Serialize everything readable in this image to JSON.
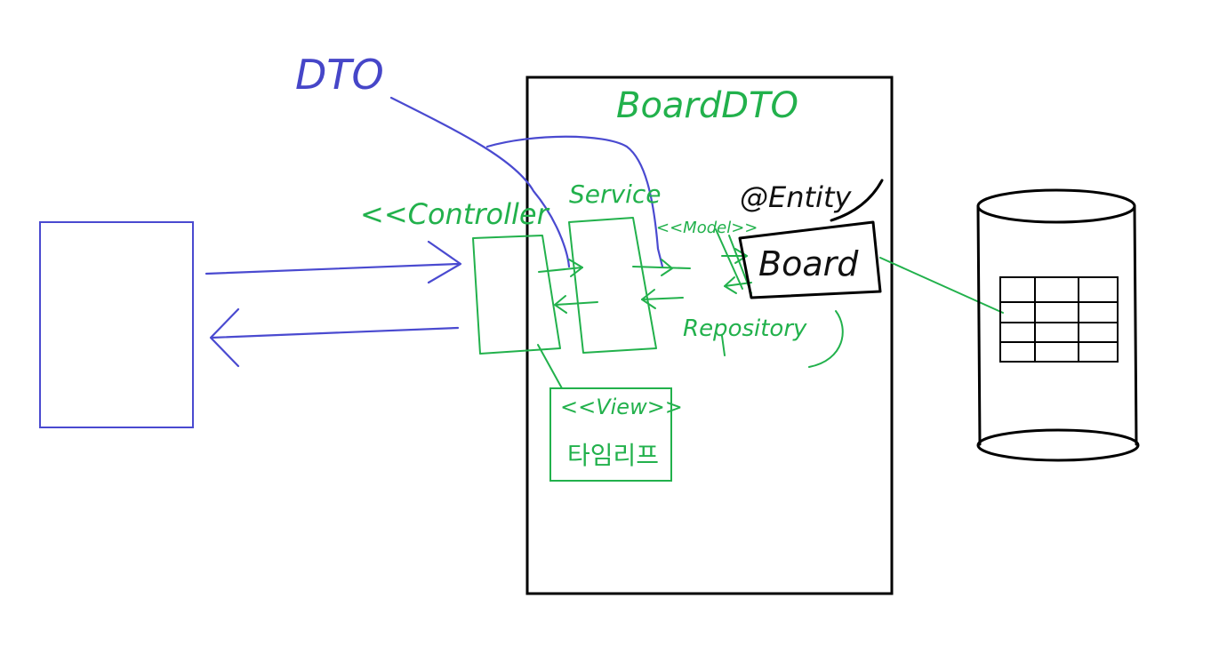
{
  "labels": {
    "dto": "DTO",
    "board_dto": "BoardDTO",
    "controller": "<<Controller",
    "service": "Service",
    "model": "<<Model>>",
    "entity": "@Entity",
    "board": "Board",
    "repository": "Repository",
    "view": "<<View>>",
    "template": "타임리프"
  },
  "colors": {
    "blue": "#4646c8",
    "green": "#22b14c",
    "black": "#000000"
  }
}
